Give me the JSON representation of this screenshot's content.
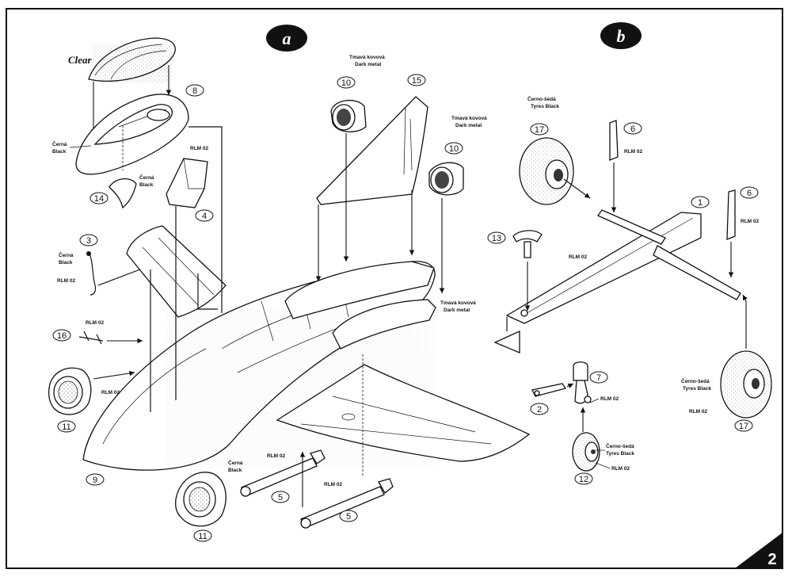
{
  "sections": {
    "a": "a",
    "b": "b"
  },
  "page_number": "2",
  "canopy_label": "Clear",
  "labels": {
    "cerna": "Černá",
    "black": "Black",
    "rlm02": "RLM 02",
    "tmava": "Tmavá kovová",
    "dark_metal": "Dark metal",
    "cerno_seda": "Černo-šedá",
    "tyres_black": "Tyres Black"
  },
  "part_numbers": {
    "p1": "1",
    "p2": "2",
    "p3": "3",
    "p4": "4",
    "p5": "5",
    "p6": "6",
    "p7": "7",
    "p8": "8",
    "p9": "9",
    "p10": "10",
    "p11": "11",
    "p12": "12",
    "p13": "13",
    "p14": "14",
    "p15": "15",
    "p16": "16",
    "p17": "17"
  }
}
